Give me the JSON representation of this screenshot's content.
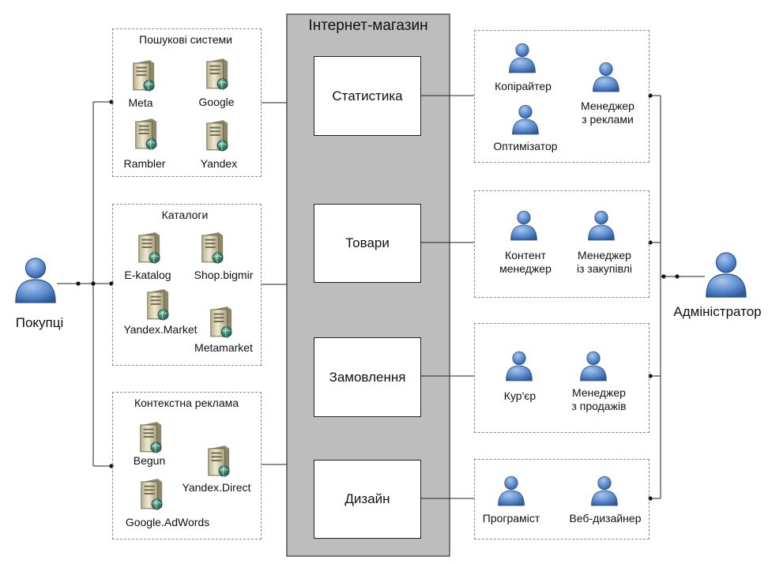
{
  "shop": {
    "title": "Інтернет-магазин",
    "modules": [
      "Статистика",
      "Товари",
      "Замовлення",
      "Дизайн"
    ]
  },
  "buyers": {
    "label": "Покупці"
  },
  "admin": {
    "label": "Адміністратор"
  },
  "groups": {
    "search": {
      "title": "Пошукові системи",
      "items": [
        "Meta",
        "Google",
        "Rambler",
        "Yandex"
      ]
    },
    "catalogs": {
      "title": "Каталоги",
      "items": [
        "E-katalog",
        "Shop.bigmir",
        "Yandex.Market",
        "Metamarket"
      ]
    },
    "context": {
      "title": "Контекстна реклама",
      "items": [
        "Begun",
        "Yandex.Direct",
        "Google.AdWords"
      ]
    }
  },
  "roles": {
    "stats": [
      {
        "lines": [
          "Копірайтер"
        ]
      },
      {
        "lines": [
          "Оптимізатор"
        ]
      },
      {
        "lines": [
          "Менеджер",
          "з реклами"
        ]
      }
    ],
    "goods": [
      {
        "lines": [
          "Контент",
          "менеджер"
        ]
      },
      {
        "lines": [
          "Менеджер",
          "із закупівлі"
        ]
      }
    ],
    "orders": [
      {
        "lines": [
          "Кур'єр"
        ]
      },
      {
        "lines": [
          "Менеджер",
          "з продажів"
        ]
      }
    ],
    "design": [
      {
        "lines": [
          "Програміст"
        ]
      },
      {
        "lines": [
          "Веб-дизайнер"
        ]
      }
    ]
  },
  "icons": {
    "server": "server-icon",
    "person": "person-icon"
  },
  "colors": {
    "panel": "#bdbdbd",
    "person": "#4a78b8",
    "server": "#d9d2b0",
    "globe": "#3a8a3a"
  }
}
